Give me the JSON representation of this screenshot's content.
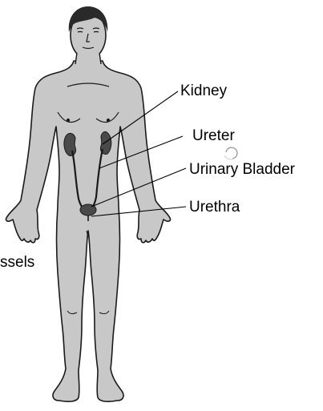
{
  "labels": {
    "kidney": "Kidney",
    "ureter": "Ureter",
    "bladder": "Urinary Bladder",
    "urethra": "Urethra",
    "vessels_partial": "ssels"
  },
  "colors": {
    "body_fill": "#c8c8c8",
    "outline": "#1a1a1a",
    "organ_fill": "#4a4a4a",
    "hair": "#2a2a2a",
    "leader_line": "#000000",
    "cursor": "#9a9a9a"
  },
  "icons": {
    "cursor": "loading-cursor-icon"
  }
}
